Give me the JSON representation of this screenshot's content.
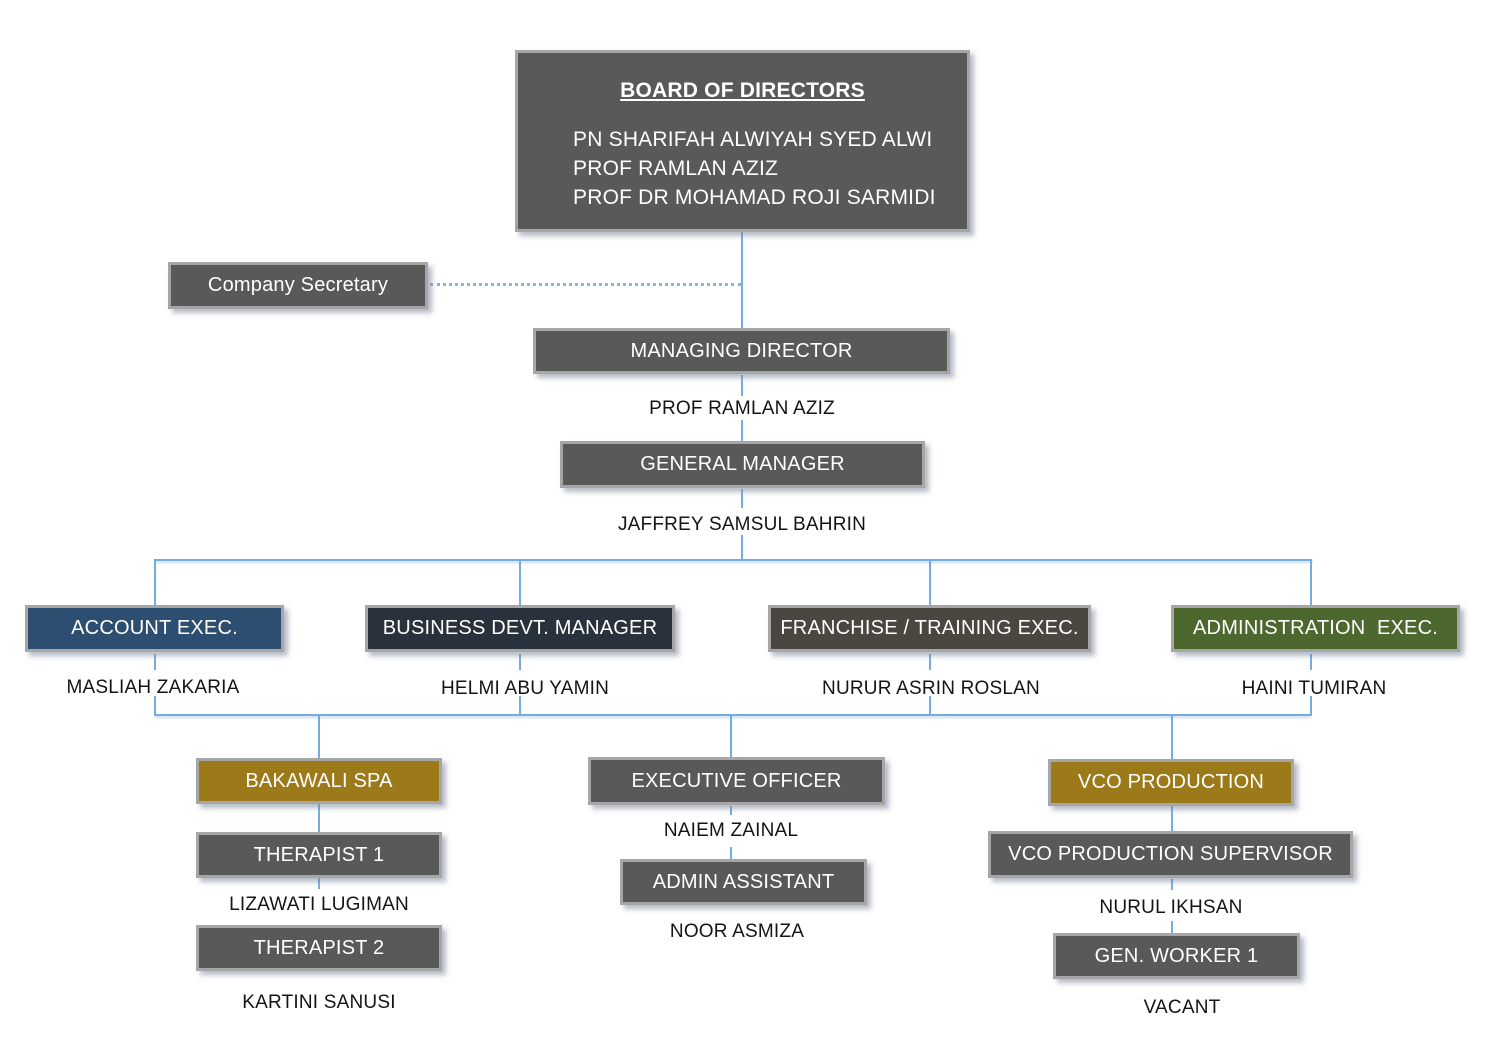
{
  "org": {
    "board": {
      "title": "BOARD OF DIRECTORS",
      "members": [
        "PN SHARIFAH ALWIYAH SYED ALWI",
        "PROF RAMLAN AZIZ",
        "PROF DR MOHAMAD ROJI SARMIDI"
      ]
    },
    "company_secretary": "Company Secretary",
    "managing_director": {
      "label": "MANAGING DIRECTOR",
      "name": "PROF RAMLAN AZIZ"
    },
    "general_manager": {
      "label": "GENERAL MANAGER",
      "name": "JAFFREY SAMSUL BAHRIN"
    },
    "level1": [
      {
        "label": "ACCOUNT EXEC.",
        "name": "MASLIAH ZAKARIA"
      },
      {
        "label": "BUSINESS DEVT. MANAGER",
        "name": "HELMI ABU YAMIN"
      },
      {
        "label": "FRANCHISE / TRAINING EXEC.",
        "name": "NURUR ASRIN ROSLAN"
      },
      {
        "label": "ADMINISTRATION  EXEC.",
        "name": "HAINI TUMIRAN"
      }
    ],
    "spa_branch": {
      "unit": "BAKAWALI SPA",
      "roles": [
        {
          "label": "THERAPIST 1",
          "name": "LIZAWATI LUGIMAN"
        },
        {
          "label": "THERAPIST 2",
          "name": "KARTINI SANUSI"
        }
      ]
    },
    "office_branch": {
      "roles": [
        {
          "label": "EXECUTIVE OFFICER",
          "name": "NAIEM ZAINAL"
        },
        {
          "label": "ADMIN ASSISTANT",
          "name": "NOOR ASMIZA"
        }
      ]
    },
    "vco_branch": {
      "unit": "VCO PRODUCTION",
      "roles": [
        {
          "label": "VCO PRODUCTION SUPERVISOR",
          "name": "NURUL IKHSAN"
        },
        {
          "label": "GEN. WORKER 1",
          "name": "VACANT"
        }
      ]
    }
  },
  "colors": {
    "box_dark_gray": "#595959",
    "box_navy": "#2d4d71",
    "box_charcoal_navy": "#28313c",
    "box_warm_gray": "#4a4640",
    "box_olive_green": "#4c682f",
    "box_gold": "#9c7a1a",
    "box_border": "#a6a6a6",
    "connector_blue": "#74ade2",
    "text_on_box": "#ffffff",
    "text_names": "#141414",
    "background": "#ffffff"
  }
}
